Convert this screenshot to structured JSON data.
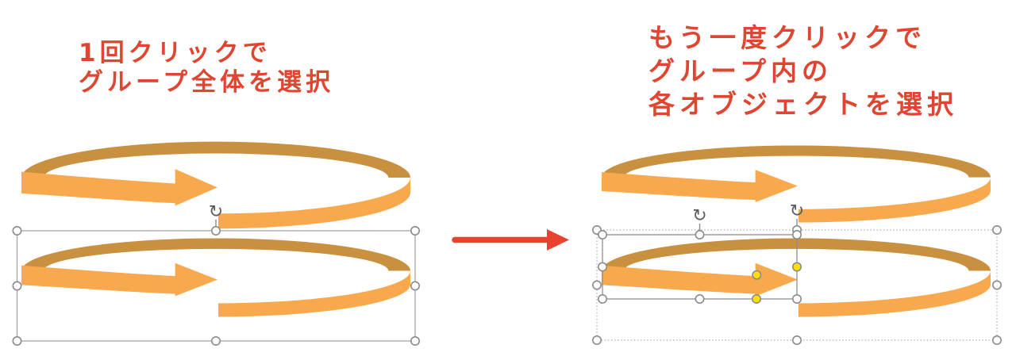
{
  "captions": {
    "left": {
      "line1": "1回クリックで",
      "line2": "グループ全体を選択"
    },
    "right": {
      "line1": "もう一度クリックで",
      "line2": "グループ内の",
      "line3": "各オブジェクトを選択"
    }
  },
  "icons": {
    "rotation_glyph": "↻",
    "rotation_icon_name": "rotate-clockwise-icon"
  },
  "colors": {
    "caption_red": "#DE4632",
    "transition_arrow_red": "#E8432E",
    "loop_light_orange": "#F8A84D",
    "loop_dark_orange": "#C9913F",
    "selection_line_gray": "#A6A6A6",
    "dotted_group_line_gray": "#ACACAC",
    "handle_border_gray": "#8B8B8B",
    "handle_fill_white": "#FFFFFF",
    "adjustment_handle_yellow": "#FFE006",
    "rotation_icon_gray": "#5E5E5E"
  }
}
